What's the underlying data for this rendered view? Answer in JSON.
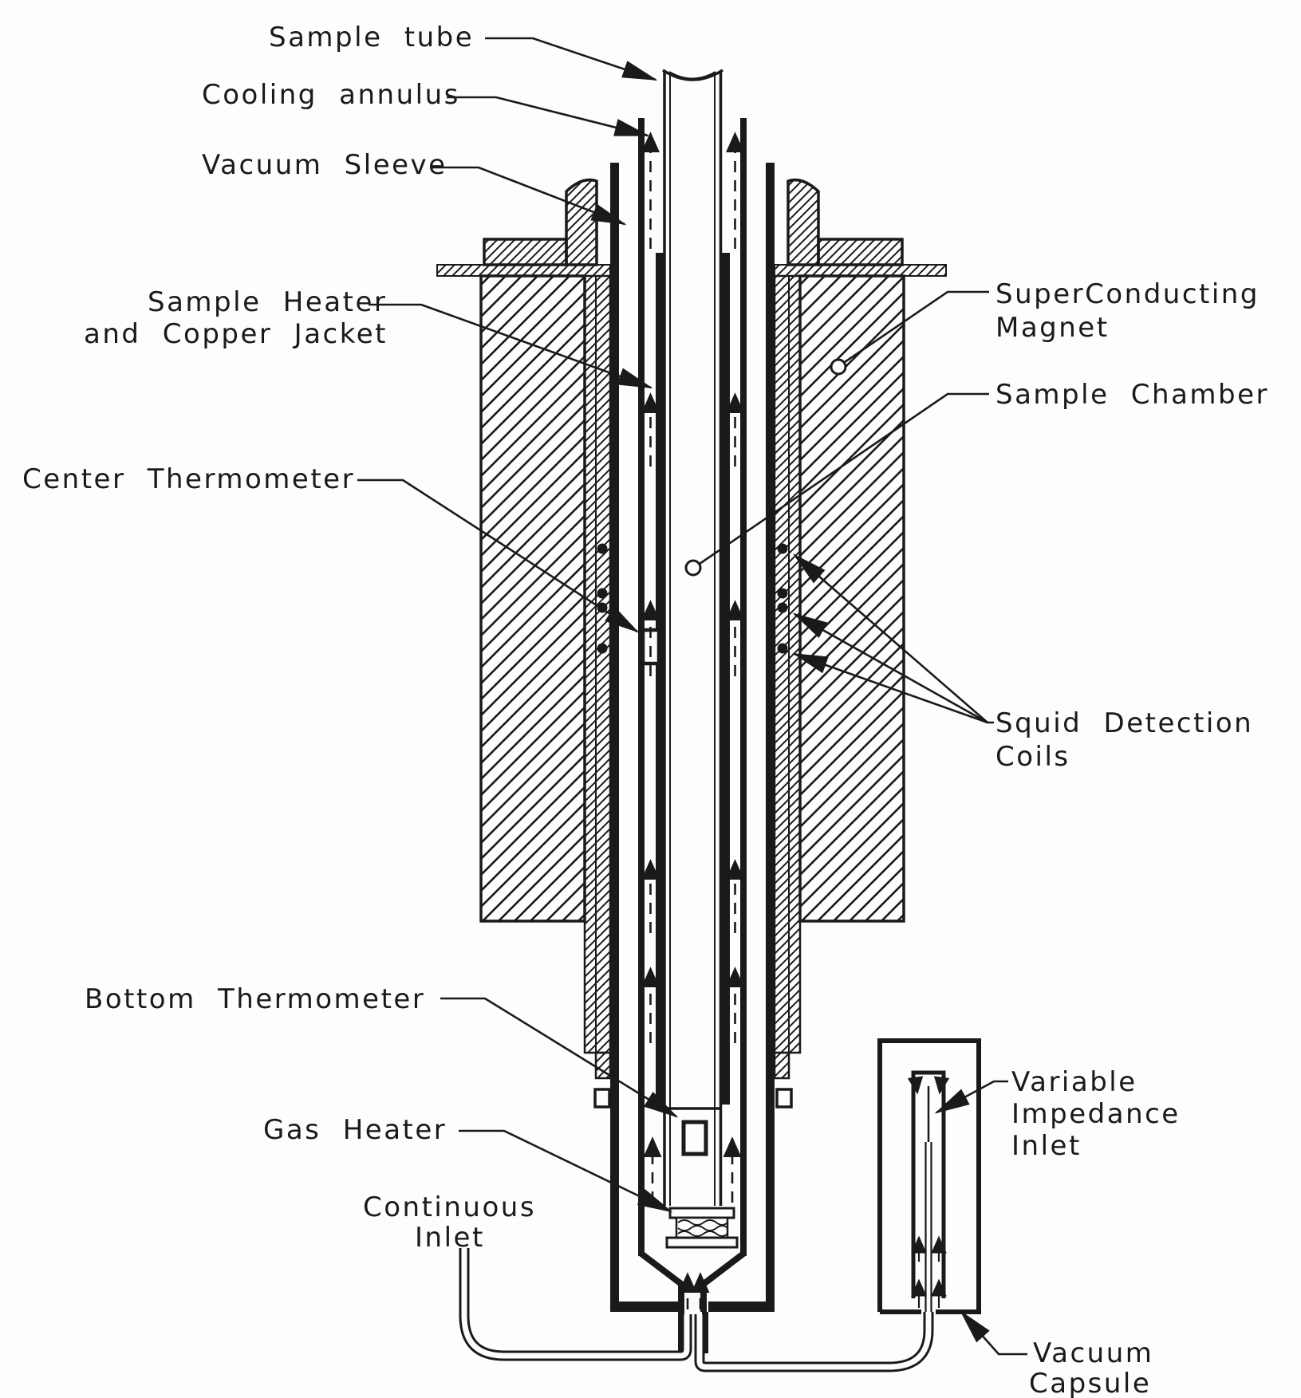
{
  "figure": {
    "kind": "cross-section technical drawing",
    "colors": {
      "ink": "#1a1a1a",
      "paper": "#fdfdfc"
    },
    "labels": {
      "sample_tube": "Sample tube",
      "cooling_annulus": "Cooling annulus",
      "vacuum_sleeve": "Vacuum Sleeve",
      "sample_heater_line1": "Sample Heater",
      "sample_heater_line2": "and Copper Jacket",
      "center_thermometer": "Center Thermometer",
      "superconducting_line1": "SuperConducting",
      "superconducting_line2": "Magnet",
      "sample_chamber": "Sample Chamber",
      "squid_line1": "Squid Detection",
      "squid_line2": "Coils",
      "bottom_thermometer": "Bottom Thermometer",
      "gas_heater": "Gas Heater",
      "continuous_inlet_line1": "Continuous",
      "continuous_inlet_line2": "Inlet",
      "variable_impedance_line1": "Variable",
      "variable_impedance_line2": "Impedance",
      "variable_impedance_line3": "Inlet",
      "vacuum_capsule_line1": "Vacuum",
      "vacuum_capsule_line2": "Capsule"
    }
  }
}
